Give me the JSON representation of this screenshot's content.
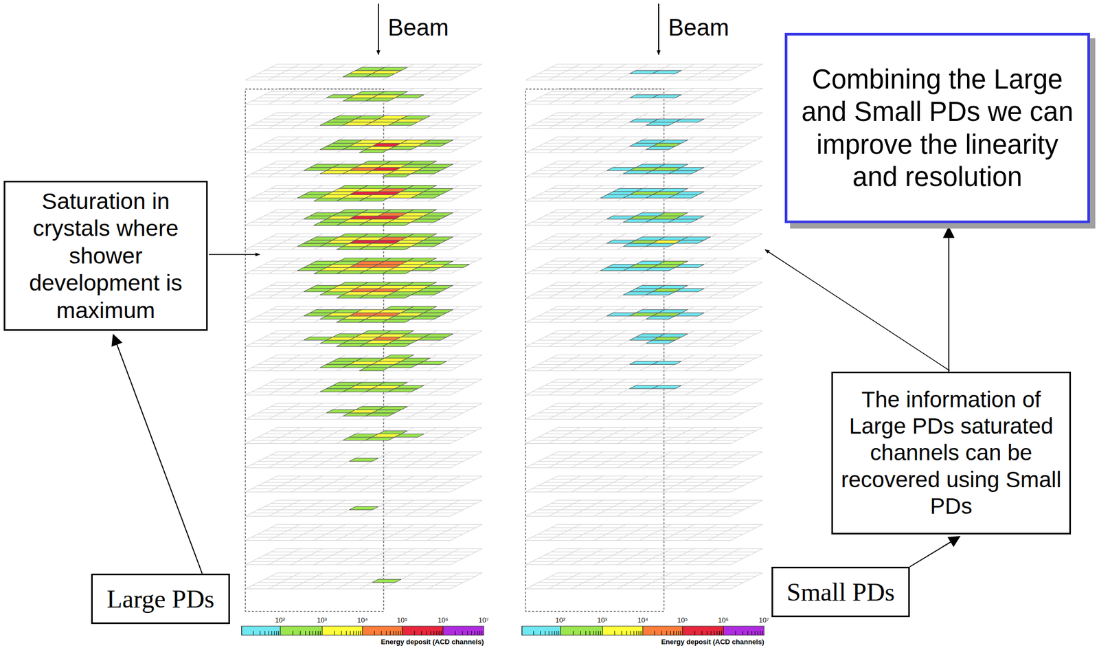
{
  "diagram": {
    "nodes": [
      {
        "text": [
          "Combining the Large and Small PDs we can improve the linearity and resolution"
        ]
      },
      {
        "text": [
          "Saturation in crystals where shower development is maximum"
        ]
      },
      {
        "text": [
          "The information of Large PDs saturated channels can be recovered using Small PDs"
        ]
      },
      {
        "text": [
          "Large PDs"
        ]
      },
      {
        "text": [
          "Small PDs"
        ]
      }
    ],
    "edges": [
      {
        "from": 3,
        "to": 1,
        "arrow": "to"
      },
      {
        "from": 4,
        "to": 2,
        "arrow": "to"
      },
      {
        "from": 2,
        "to": 0,
        "arrow": "to"
      }
    ],
    "labels": [
      "Beam",
      "Beam",
      "10²",
      "10³",
      "10⁴",
      "10⁵",
      "10⁶",
      "10⁷",
      "Energy deposit (ACD channels)",
      "10²",
      "10³",
      "10⁴",
      "10⁵",
      "10⁶",
      "10⁷",
      "Energy deposit (ACD channels)"
    ]
  }
}
